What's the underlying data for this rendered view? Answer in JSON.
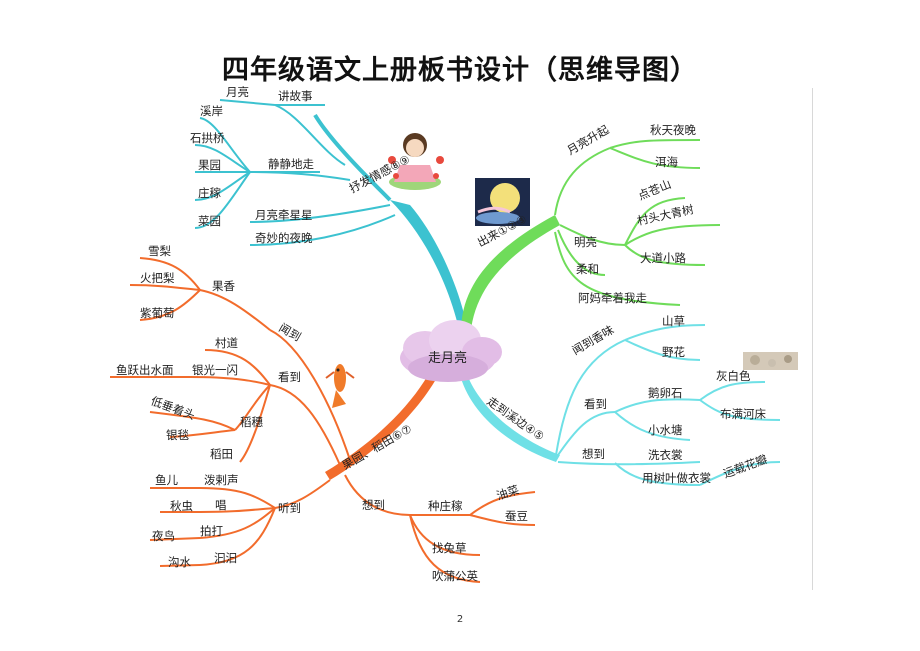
{
  "title": "四年级语文上册板书设计（思维导图）",
  "page_number": "2",
  "center": "走月亮",
  "colors": {
    "teal": "#3cc2d0",
    "green": "#6fdc5a",
    "cyan": "#6fe0e6",
    "orange": "#f26c2c",
    "cloud": "#e2bde6"
  },
  "teal_branch": {
    "label": "抒发情感⑧⑨",
    "groups": [
      {
        "label": "讲故事",
        "children": [
          "月亮"
        ]
      },
      {
        "label": "静静地走",
        "children": [
          "溪岸",
          "石拱桥",
          "果园",
          "庄稼",
          "菜园"
        ]
      },
      {
        "label": "月亮牵星星",
        "children": []
      },
      {
        "label": "奇妙的夜晚",
        "children": []
      }
    ]
  },
  "green_branch": {
    "label": "出来①②③",
    "groups": [
      {
        "label": "月亮升起",
        "children": [
          "秋天夜晚",
          "洱海"
        ]
      },
      {
        "label": "明亮",
        "children": [
          "点苍山",
          "村头大青树",
          "大道小路"
        ]
      },
      {
        "label": "柔和",
        "children": []
      },
      {
        "label": "阿妈牵着我走",
        "children": []
      }
    ]
  },
  "cyan_branch": {
    "label": "走到溪边④⑤",
    "groups": [
      {
        "label": "闻到香味",
        "children": [
          "山草",
          "野花"
        ]
      },
      {
        "label": "看到",
        "children": [
          "鹅卵石",
          "小水塘"
        ],
        "sub": {
          "parent": "鹅卵石",
          "children": [
            "灰白色",
            "布满河床"
          ]
        }
      },
      {
        "label": "想到",
        "children": [
          "洗衣裳",
          "用树叶做衣裳"
        ],
        "sub": {
          "parent": "用树叶做衣裳",
          "children": [
            "运载花瓣"
          ]
        }
      }
    ]
  },
  "orange_branch": {
    "label": "果园、稻田⑥⑦",
    "groups": [
      {
        "label": "闻到",
        "sub": {
          "label": "果香",
          "children": [
            "雪梨",
            "火把梨",
            "紫葡萄"
          ]
        }
      },
      {
        "label": "看到",
        "children": [
          "村道",
          "银光一闪",
          "稻穗",
          "稻田"
        ],
        "extra": {
          "银光一闪": "鱼跃出水面",
          "稻穗": [
            "低垂着头",
            "银毯"
          ]
        }
      },
      {
        "label": "听到",
        "pairs": [
          [
            "鱼儿",
            "泼剌声"
          ],
          [
            "秋虫",
            "唱"
          ],
          [
            "夜鸟",
            "拍打"
          ],
          [
            "沟水",
            "汩汩"
          ]
        ]
      },
      {
        "label": "想到",
        "sub": {
          "label": "种庄稼",
          "children": [
            "油菜",
            "蚕豆"
          ]
        },
        "children": [
          "找兔草",
          "吹蒲公英"
        ]
      }
    ]
  }
}
